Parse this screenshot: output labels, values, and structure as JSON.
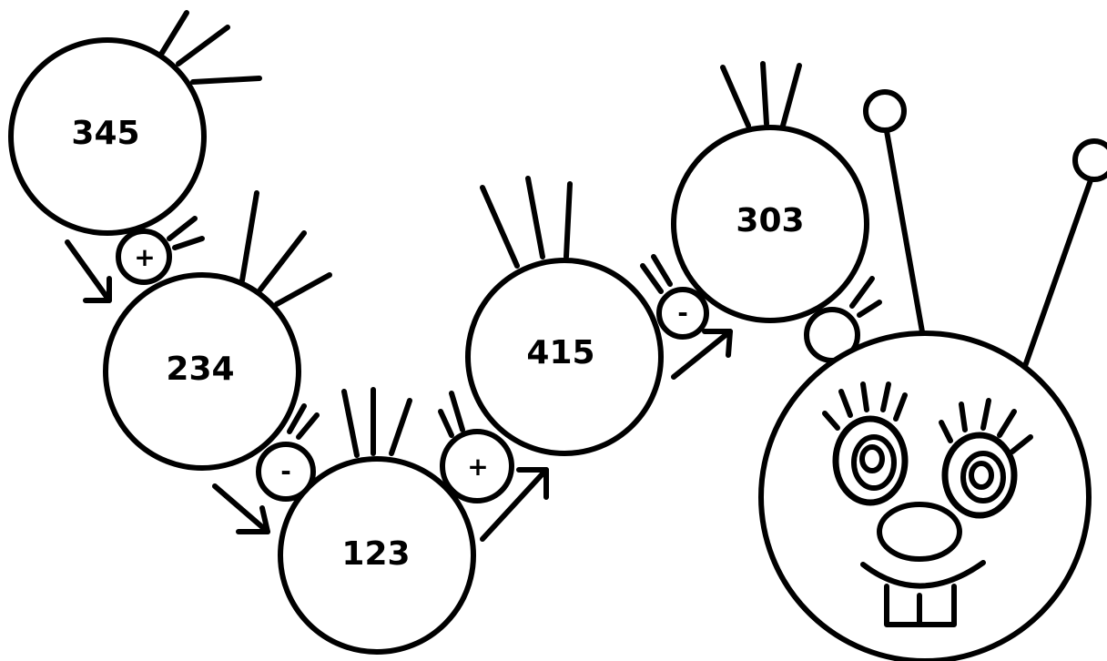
{
  "segments": [
    {
      "value": "345"
    },
    {
      "value": "234"
    },
    {
      "value": "123"
    },
    {
      "value": "415"
    },
    {
      "value": "303"
    }
  ],
  "operators": [
    "+",
    "-",
    "+",
    "-",
    ""
  ],
  "colors": {
    "stroke": "#000000",
    "background": "#ffffff"
  }
}
